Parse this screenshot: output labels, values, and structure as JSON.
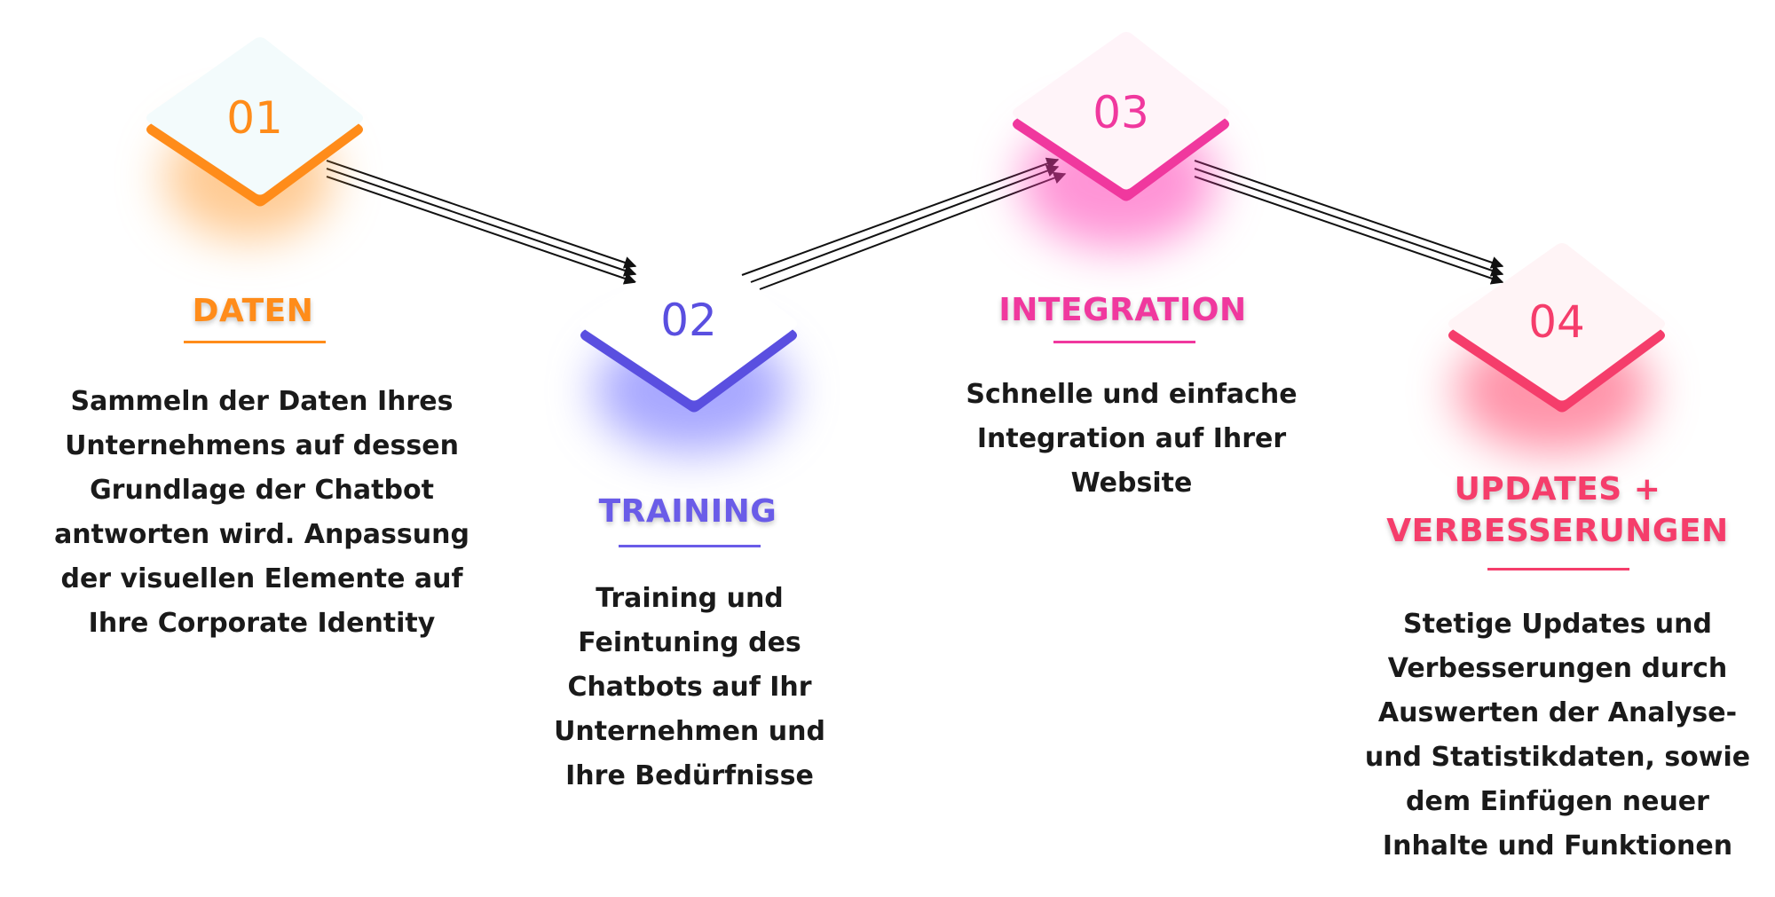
{
  "steps": [
    {
      "number": "01",
      "title": "DATEN",
      "description": "Sammeln der Daten Ihres Unternehmens auf dessen Grundlage der Chatbot antworten wird. Anpassung der visuellen Elemente auf Ihre Corporate Identity",
      "color": "#ff8c1a"
    },
    {
      "number": "02",
      "title": "TRAINING",
      "description": "Training und Feintuning des Chatbots auf Ihr Unternehmen und Ihre Bedürfnisse",
      "color": "#5a4fe0"
    },
    {
      "number": "03",
      "title": "INTEGRATION",
      "description": "Schnelle und einfache Integration auf Ihrer Website",
      "color": "#f0389e"
    },
    {
      "number": "04",
      "title": "UPDATES + VERBESSERUNGEN",
      "description": "Stetige Updates und Verbesserungen durch Auswerten der Analyse- und Statistikdaten, sowie dem Einfügen neuer Inhalte und Funktionen",
      "color": "#f53d6b"
    }
  ]
}
